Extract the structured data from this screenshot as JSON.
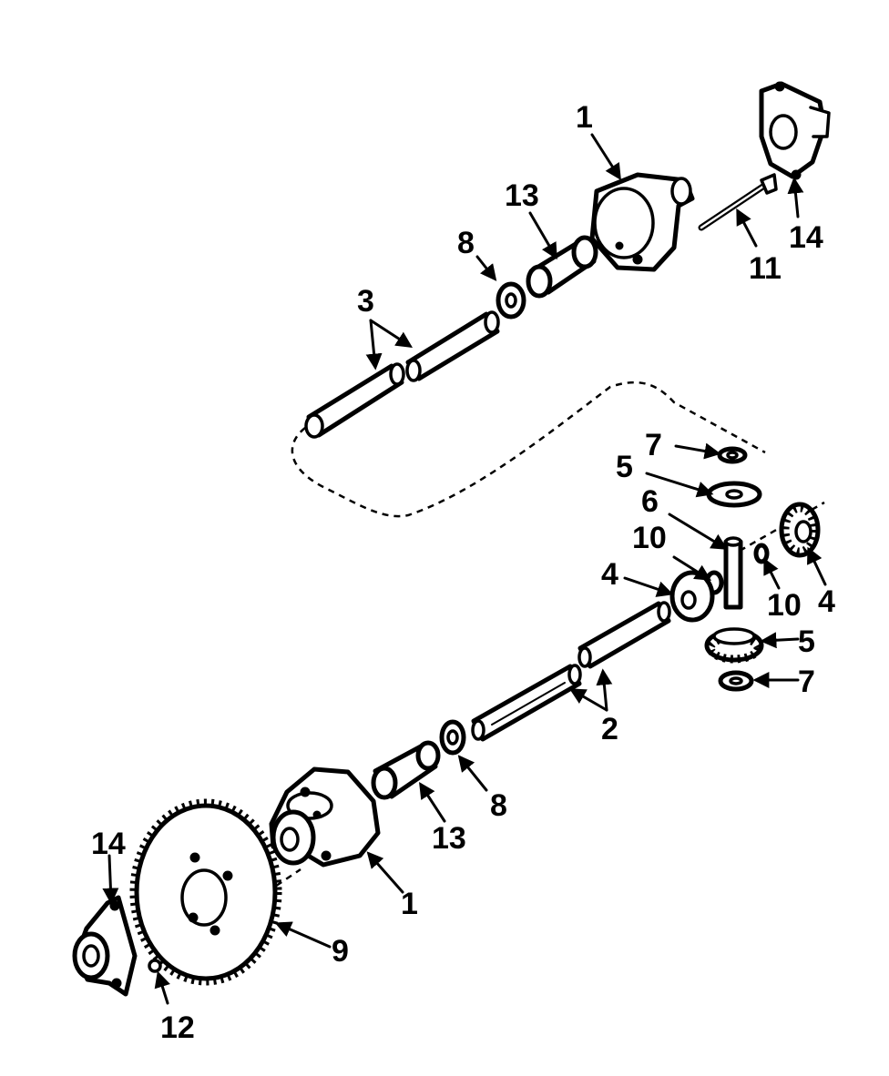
{
  "callouts": {
    "c1_top": "1",
    "c14_top": "14",
    "c11": "11",
    "c13_top": "13",
    "c8_top": "8",
    "c3": "3",
    "c7_top": "7",
    "c5_top": "5",
    "c6": "6",
    "c10_left": "10",
    "c4_left": "4",
    "c10_right": "10",
    "c4_right": "4",
    "c5_bottom": "5",
    "c7_bottom": "7",
    "c2": "2",
    "c8_bottom": "8",
    "c13_bottom": "13",
    "c1_bottom": "1",
    "c9": "9",
    "c14_bottom": "14",
    "c12": "12"
  }
}
